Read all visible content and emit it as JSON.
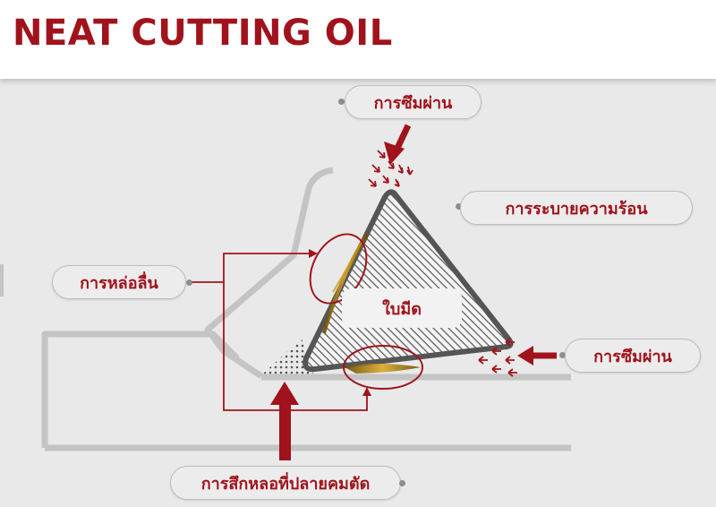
{
  "header": {
    "title": "NEAT CUTTING OIL"
  },
  "labels": {
    "top_penetration": "การซึมผ่าน",
    "heat_dissipation": "การระบายความร้อน",
    "lubrication": "การหล่อลื่น",
    "blade": "ใบมีด",
    "right_penetration": "การซึมผ่าน",
    "edge_wear": "การสึกหลอที่ปลายคมตัด"
  },
  "colors": {
    "accent": "#a0131c",
    "blade_outline": "#555555",
    "machine_outline": "#c4c4c4",
    "oil": "#b8860b"
  }
}
